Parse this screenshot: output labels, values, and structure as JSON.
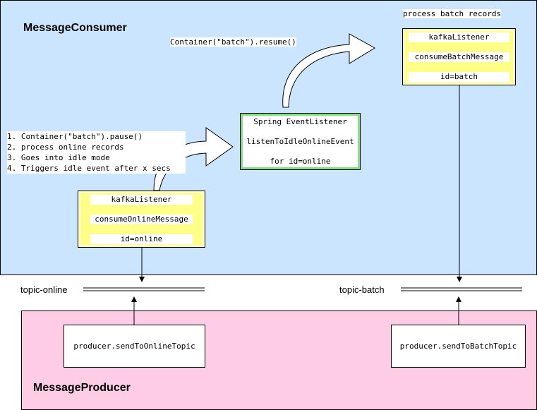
{
  "colors": {
    "consumer_bg": "#cce5ff",
    "producer_bg": "#ffcce6",
    "listener_fill": "#ffff88",
    "listener_border_glow": "#ffffcc",
    "event_border": "#88dd88"
  },
  "consumer": {
    "title": "MessageConsumer"
  },
  "producer": {
    "title": "MessageProducer",
    "online_call": "producer.sendToOnlineTopic",
    "batch_call": "producer.sendToBatchTopic"
  },
  "online_listener": {
    "line1": "kafkaListener",
    "line2": "consumeOnlineMessage",
    "line3": "id=online"
  },
  "batch_listener": {
    "header": "process batch records",
    "line1": "kafkaListener",
    "line2": "consumeBatchMessage",
    "line3": "id=batch"
  },
  "event_listener": {
    "line1": "Spring EventListener",
    "line2": "listenToIdleOnlineEvent",
    "line3": "for id=online"
  },
  "steps": {
    "step1": "1. Container(\"batch\").pause()",
    "step2": "2. process online records",
    "step3": "3. Goes into idle mode",
    "step4": "4. Triggers idle event after x secs"
  },
  "resume_label": "Container(\"batch\").resume()",
  "topics": {
    "online": "topic-online",
    "batch": "topic-batch"
  }
}
